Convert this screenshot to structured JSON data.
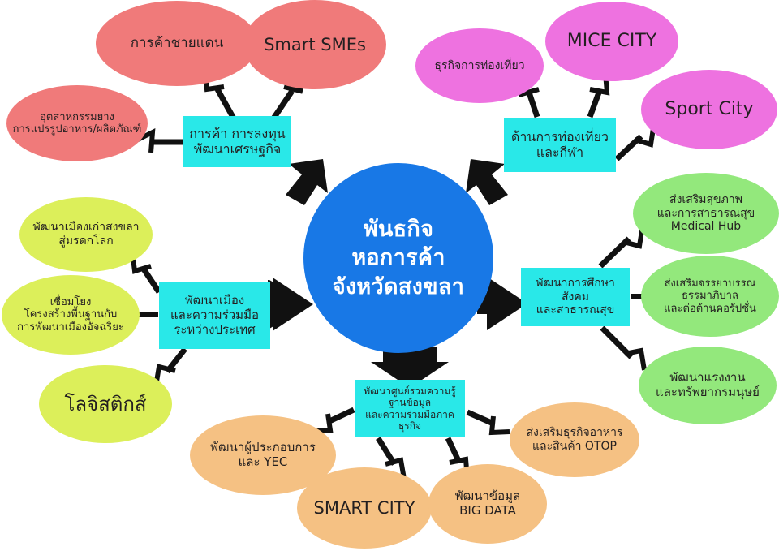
{
  "diagram": {
    "title_center": "พันธกิจ\nหอการค้า\nจังหวัดสงขลา",
    "palette": {
      "hub_blue": "#1878E6",
      "branch_cyan": "#29E8E8",
      "red_branch": "#F07A7A",
      "magenta_branch": "#EE72E0",
      "green_branch": "#93E87C",
      "yellowgreen_branch": "#DCEF5A",
      "orange_branch": "#F5C183",
      "arrow_black": "#111111",
      "text_dark": "#231f20",
      "text_light": "#ffffff",
      "background": "#ffffff"
    },
    "branches": [
      {
        "id": "trade-investment",
        "box_label": "การค้า การลงทุน\nพัฒนาเศรษฐกิจ",
        "color": "#29E8E8",
        "leaf_color": "#F07A7A",
        "leaves": [
          "การค้าชายแดน",
          "Smart SMEs",
          "อุตสาหกรรมยาง\nการแปรรูปอาหาร/ผลิตภัณฑ์"
        ]
      },
      {
        "id": "tourism-sport",
        "box_label": "ด้านการท่องเที่ยว\nและกีฬา",
        "color": "#29E8E8",
        "leaf_color": "#EE72E0",
        "leaves": [
          "ธุรกิจการท่องเที่ยว",
          "MICE CITY",
          "Sport City"
        ]
      },
      {
        "id": "education-society-health",
        "box_label": "พัฒนาการศึกษา\nสังคม\nและสาธารณสุข",
        "color": "#29E8E8",
        "leaf_color": "#93E87C",
        "leaves": [
          "ส่งเสริมสุขภาพ\nและการสาธารณสุข\nMedical Hub",
          "ส่งเสริมจรรยาบรรณ\nธรรมาภิบาล\nและต่อต้านคอรัปชั่น",
          "พัฒนาแรงงาน\nและทรัพยากรมนุษย์"
        ]
      },
      {
        "id": "city-international",
        "box_label": "พัฒนาเมือง\nและความร่วมมือ\nระหว่างประเทศ",
        "color": "#29E8E8",
        "leaf_color": "#DCEF5A",
        "leaves": [
          "พัฒนาเมืองเก่าสงขลา\nสู่มรดกโลก",
          "เชื่อมโยง\nโครงสร้างพื้นฐานกับ\nการพัฒนาเมืองอัจฉริยะ",
          "โลจิสติกส์"
        ]
      },
      {
        "id": "knowledge-database",
        "box_label": "พัฒนาศูนย์รวมความรู้\nฐานข้อมูล\nและความร่วมมือภาคธุรกิจ",
        "color": "#29E8E8",
        "leaf_color": "#F5C183",
        "leaves": [
          "พัฒนาผู้ประกอบการ\nและ YEC",
          "SMART CITY",
          "พัฒนาข้อมูล\nBIG DATA",
          "ส่งเสริมธุรกิจอาหาร\nและสินค้า OTOP"
        ]
      }
    ]
  }
}
